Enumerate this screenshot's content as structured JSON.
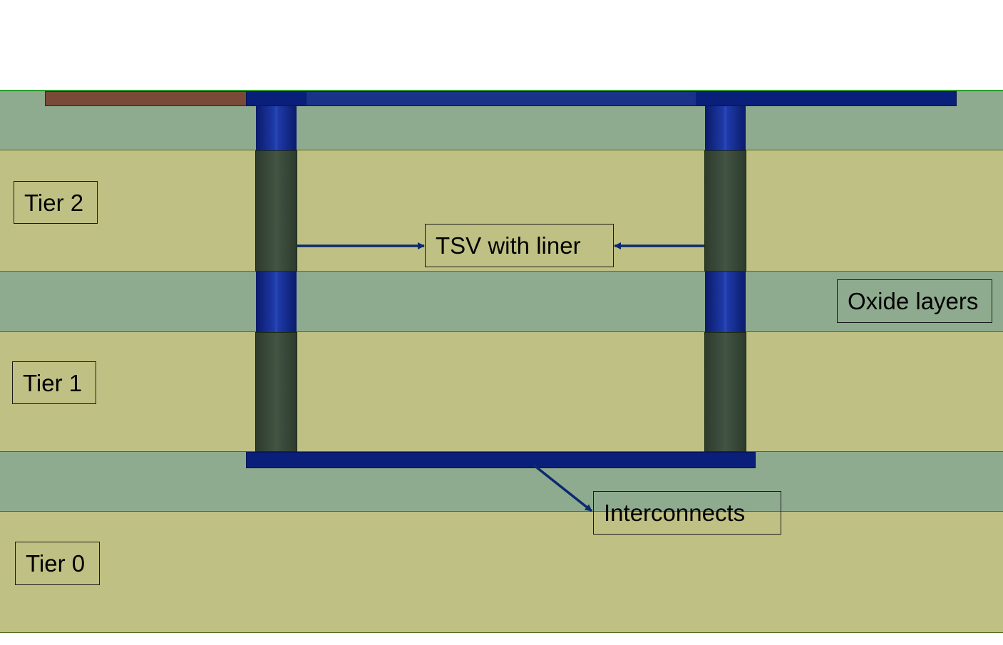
{
  "labels": {
    "tier2": "Tier 2",
    "tier1": "Tier 1",
    "tier0": "Tier 0",
    "tsv": "TSV with liner",
    "oxide": "Oxide layers",
    "interconnects": "Interconnects"
  },
  "colors": {
    "oxide": "#8fab8f",
    "silicon": "#bfc083",
    "metal": "#0a1f7a",
    "tsv_liner": "#3a4a3a",
    "copper_pad": "#7a4a38",
    "arrow": "#0b2a6e"
  }
}
